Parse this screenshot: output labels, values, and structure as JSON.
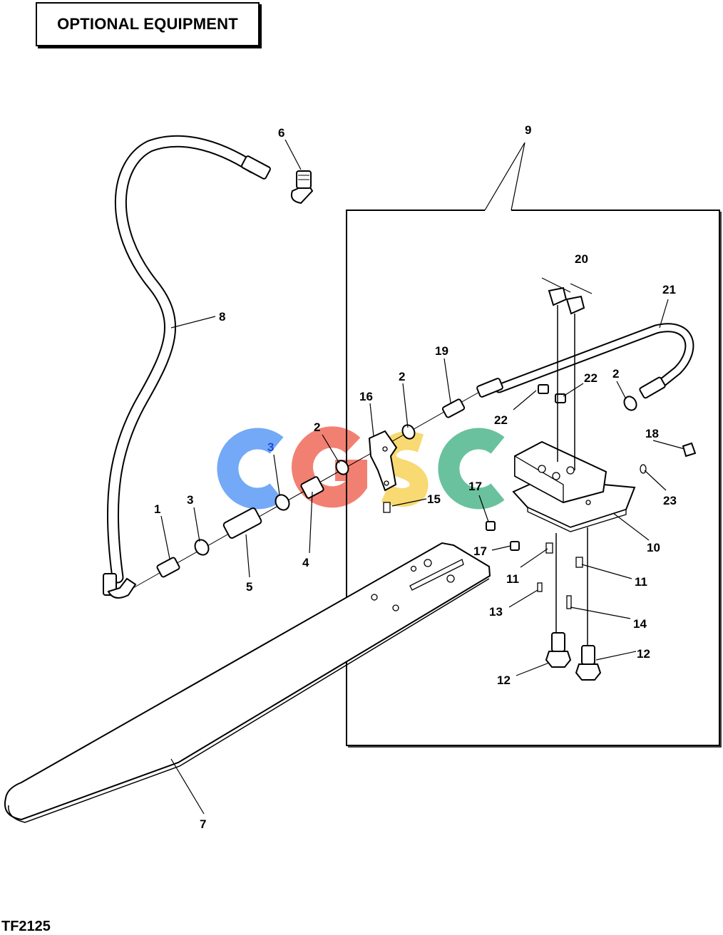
{
  "header": {
    "title": "OPTIONAL EQUIPMENT"
  },
  "figure": {
    "id": "TF2125"
  },
  "watermark": {
    "letters": [
      "C",
      "G",
      "S",
      "C"
    ],
    "colors": [
      "#5b9bf5",
      "#f06a5a",
      "#f7d35a",
      "#4fb88c"
    ]
  },
  "callouts": {
    "c1": "1",
    "c2a": "2",
    "c2b": "2",
    "c2c": "2",
    "c3a": "3",
    "c3b": "3",
    "c4": "4",
    "c5": "5",
    "c6": "6",
    "c7": "7",
    "c8": "8",
    "c9": "9",
    "c10": "10",
    "c11a": "11",
    "c11b": "11",
    "c12a": "12",
    "c12b": "12",
    "c13": "13",
    "c14": "14",
    "c15": "15",
    "c16": "16",
    "c17a": "17",
    "c17b": "17",
    "c18": "18",
    "c19": "19",
    "c20": "20",
    "c21": "21",
    "c22a": "22",
    "c22b": "22",
    "c23": "23"
  }
}
